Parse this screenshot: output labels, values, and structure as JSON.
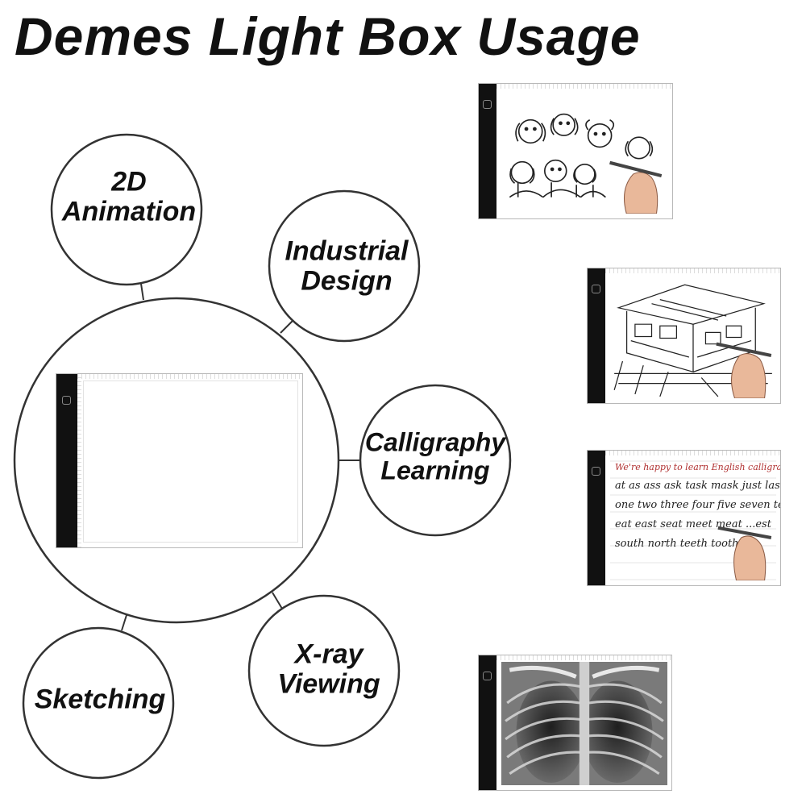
{
  "title": "Demes Light Box Usage",
  "usages": {
    "animation": "2D\nAnimation",
    "industrial": "Industrial\nDesign",
    "calligraphy": "Calligraphy\nLearning",
    "xray": "X-ray\nViewing",
    "sketching": "Sketching"
  },
  "calligraphy_sheet": {
    "header": "We're happy to learn English calligraphy easily",
    "lines": [
      "at as ass ask task mask just last",
      "one two three four five seven ten",
      "eat east seat meet meat ...est",
      "south north teeth tooth t..."
    ]
  },
  "colors": {
    "device_strip": "#111111",
    "header_ink": "#b03030",
    "outline": "#333333"
  },
  "icons": [
    "power-button-icon",
    "hand-with-pen-icon"
  ]
}
